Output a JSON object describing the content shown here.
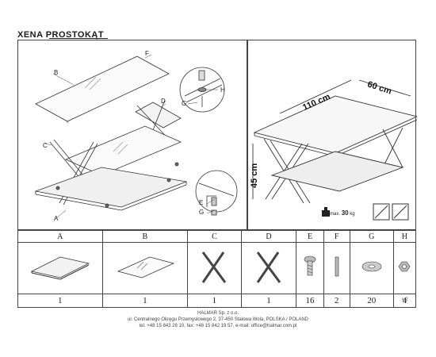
{
  "title": "XENA PROSTOKĄT",
  "assembly_labels": {
    "a": "A",
    "b": "B",
    "c": "C",
    "d": "D",
    "e": "E",
    "f": "F",
    "g": "G",
    "h": "H"
  },
  "dimensions": {
    "length": "110 cm",
    "width": "60 cm",
    "height": "45 cm"
  },
  "max_load": {
    "prefix": "max.",
    "value": "30",
    "unit": "kg"
  },
  "parts": [
    {
      "letter": "A",
      "qty": "1",
      "icon": "glass-shelf-icon"
    },
    {
      "letter": "B",
      "qty": "1",
      "icon": "glass-top-icon"
    },
    {
      "letter": "C",
      "qty": "1",
      "icon": "x-leg-icon"
    },
    {
      "letter": "D",
      "qty": "1",
      "icon": "x-leg-icon"
    },
    {
      "letter": "E",
      "qty": "16",
      "icon": "screw-icon"
    },
    {
      "letter": "F",
      "qty": "2",
      "icon": "dowel-icon"
    },
    {
      "letter": "G",
      "qty": "20",
      "icon": "washer-icon"
    },
    {
      "letter": "H",
      "qty": "4",
      "icon": "nut-icon"
    }
  ],
  "footer": {
    "company": "HALMAR Sp. z o.o.",
    "address": "ul. Centralnego Okręgu Przemysłowego 2, 37-450 Stalowa Wola, POLSKA / POLAND",
    "contact": "tel. +48 15 843 28 10, fax: +48 15 842 19 57, e-mail: office@halmar.com.pl"
  },
  "version": "v.2"
}
